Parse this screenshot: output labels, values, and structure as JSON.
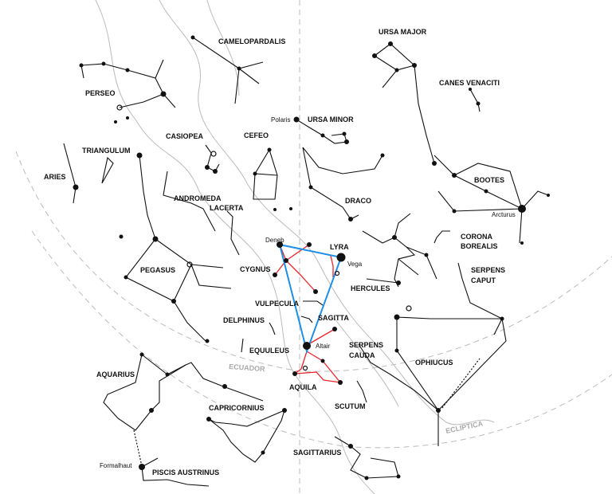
{
  "constellations": {
    "camelopardalis": "CAMELOPARDALIS",
    "ursa_major": "URSA MAJOR",
    "perseo": "PERSEO",
    "canes_venaciti": "CANES VENACITI",
    "ursa_minor": "URSA MINOR",
    "casiopea": "CASIOPEA",
    "cefeo": "CEFEO",
    "triangulum": "TRIANGULUM",
    "aries": "ARIES",
    "bootes": "BOOTES",
    "andromeda": "ANDROMEDA",
    "draco": "DRACO",
    "lacerta": "LACERTA",
    "lyra": "LYRA",
    "corona_1": "CORONA",
    "corona_2": "BOREALIS",
    "pegasus": "PEGASUS",
    "cygnus": "CYGNUS",
    "hercules": "HERCULES",
    "serpens_caput_1": "SERPENS",
    "serpens_caput_2": "CAPUT",
    "vulpecula": "VULPECULA",
    "sagitta": "SAGITTA",
    "delphinus": "DELPHINUS",
    "serpens_cauda_1": "SERPENS",
    "serpens_cauda_2": "CAUDA",
    "equuleus": "EQUULEUS",
    "ophiucus": "OPHIUCUS",
    "aquarius": "AQUARIUS",
    "aquila": "AQUILA",
    "scutum": "SCUTUM",
    "capricornius": "CAPRICORNIUS",
    "sagittarius": "SAGITTARIUS",
    "piscis_austrinus": "PISCIS AUSTRINUS"
  },
  "stars": {
    "polaris": "Polaris",
    "deneb": "Deneb",
    "vega": "Vega",
    "altair": "Altair",
    "arcturus": "Arcturus",
    "formalhaut": "Formalhaut"
  },
  "reference_lines": {
    "ecuador": "ECUADOR",
    "ecliptica": "ECLIPTICA"
  },
  "colors": {
    "summer_triangle": "#1f8fe6",
    "aquila_cygnus_lines": "#e8262b",
    "reference": "#aaaaaa"
  }
}
